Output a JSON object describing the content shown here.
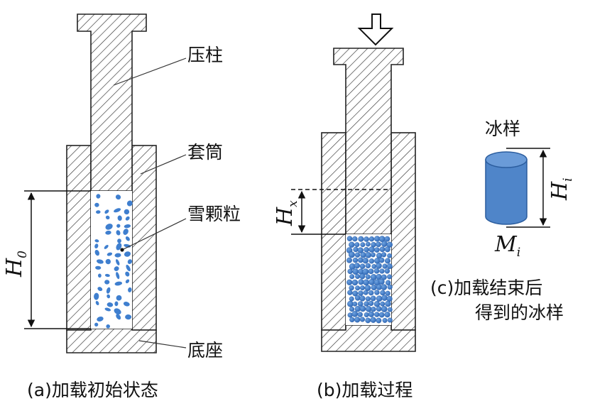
{
  "panel_a": {
    "caption": "(a)加载初始状态",
    "label_plunger": "压柱",
    "label_sleeve": "套筒",
    "label_snow": "雪颗粒",
    "label_base": "底座",
    "dim_symbol": "H",
    "dim_subscript": "0"
  },
  "panel_b": {
    "caption": "(b)加载过程",
    "dim_symbol": "H",
    "dim_subscript": "x"
  },
  "panel_c": {
    "title": "冰样",
    "dim_symbol": "H",
    "dim_subscript": "i",
    "mass_symbol": "M",
    "mass_subscript": "i",
    "caption_line1": "(c)加载结束后",
    "caption_line2": "得到的冰样"
  },
  "colors": {
    "particle": "#3f7fcf",
    "ice_sample": "#4f85c9",
    "outline": "#222222"
  }
}
